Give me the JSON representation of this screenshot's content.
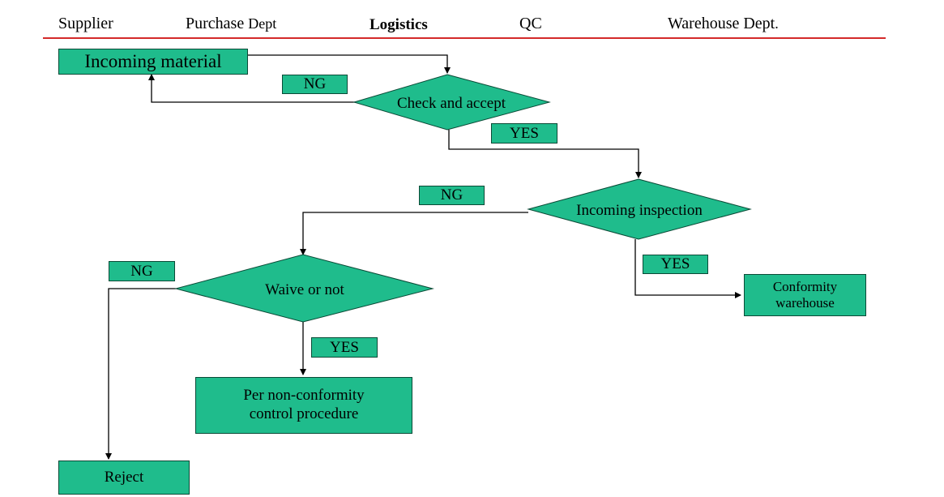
{
  "header": {
    "supplier": "Supplier",
    "purchase_main": "Purchase",
    "purchase_suffix": "Dept",
    "logistics": "Logistics",
    "qc": "QC",
    "warehouse_main": "Warehouse Dept",
    "warehouse_suffix": "."
  },
  "nodes": {
    "incoming_material": "Incoming material",
    "check_and_accept": "Check and accept",
    "incoming_inspection": "Incoming inspection",
    "waive_or_not": "Waive or not",
    "conformity_line1": "Conformity",
    "conformity_line2": "warehouse",
    "nonconf_line1": "Per non-conformity",
    "nonconf_line2": "control procedure",
    "reject": "Reject"
  },
  "labels": {
    "ng_check": "NG",
    "yes_check": "YES",
    "ng_inspection": "NG",
    "yes_inspection": "YES",
    "ng_waive": "NG",
    "yes_waive": "YES"
  },
  "colors": {
    "fill": "#1fbc8c",
    "border": "#0a4a36",
    "rule": "#d42a2a"
  }
}
